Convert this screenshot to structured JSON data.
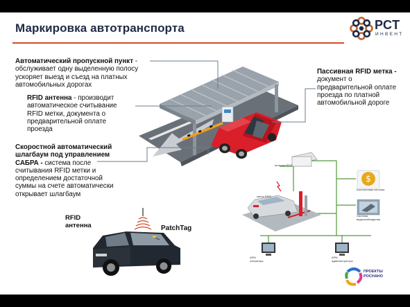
{
  "title": "Маркировка автотранспорта",
  "logo": {
    "main": "РСТ",
    "sub": "ИНВЕНТ"
  },
  "block_gate": {
    "bold": "Автоматический пропускной пункт",
    "rest": " - обслуживает одну выделенную полосу ускоряет выезд и съезд на платных автомобильных дорогах"
  },
  "block_antenna": {
    "bold": "RFID антенна",
    "rest": " - производит автоматическое считывание RFID метки, документа о предварительной оплате проезда"
  },
  "block_tag": {
    "bold": "Пассивная RFID метка -",
    "rest": " документ о предварительной оплате проезда по платной автомобильной дороге"
  },
  "block_barrier": {
    "bold": "Скоростной автоматический шлагбаум под управлением САБРА -",
    "rest": " система после считывания RFID метки и определением достаточной суммы на счете автоматически открывает шлагбаум"
  },
  "car_labels": {
    "antenna": "RFID антенна",
    "patchtag": "PatchTag"
  },
  "system_labels": {
    "antenna_rfid": "антенна RFID",
    "billing": "Биллинговая система",
    "video": "Система видеонаблюдения",
    "rfid_tag": "метка RFID",
    "workstation_1": "АРМ оператора",
    "workstation_2": "АРМ администратора"
  },
  "rosnano": {
    "line1": "ПРОЕКТЫ",
    "line2": "РОСНАНО"
  },
  "colors": {
    "accent": "#d24a1f",
    "truck": "#d81f2a",
    "road": "#6a7078",
    "arrow": "#c9cdd2",
    "brand": "#1b2a48"
  }
}
